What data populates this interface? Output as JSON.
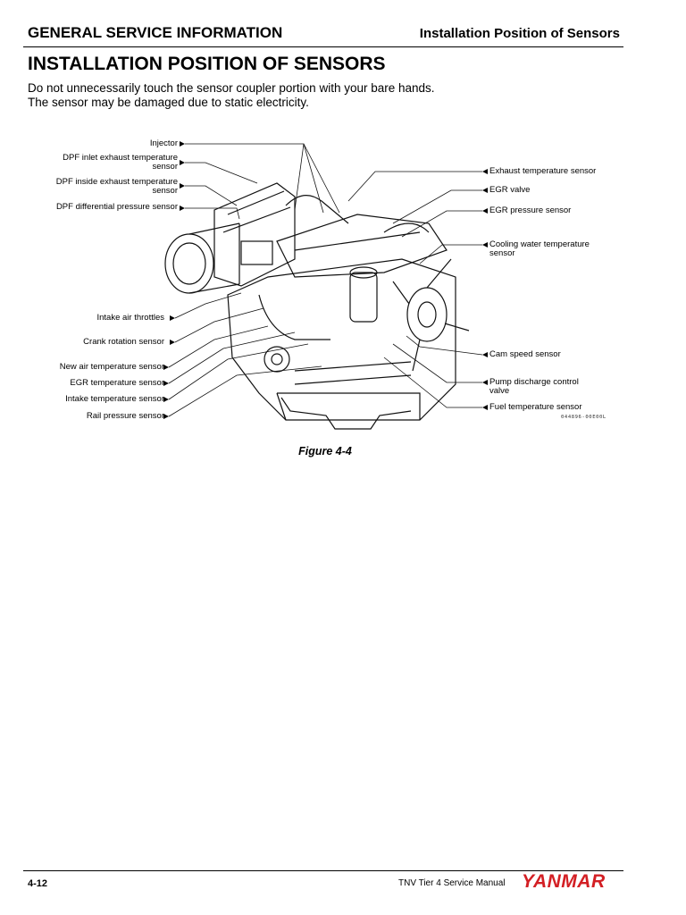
{
  "header": {
    "section": "GENERAL SERVICE INFORMATION",
    "topic": "Installation Position of Sensors"
  },
  "page_title": "INSTALLATION POSITION OF SENSORS",
  "intro": {
    "line1": "Do not unnecessarily touch the sensor coupler portion with your bare hands.",
    "line2": "The sensor may be damaged due to static electricity."
  },
  "figure": {
    "left_labels": [
      {
        "line1": "Injector",
        "line2": ""
      },
      {
        "line1": "DPF inlet exhaust temperature",
        "line2": "sensor"
      },
      {
        "line1": "DPF inside exhaust temperature",
        "line2": "sensor"
      },
      {
        "line1": "DPF differential pressure sensor",
        "line2": ""
      },
      {
        "line1": "Intake air throttles",
        "line2": ""
      },
      {
        "line1": "Crank rotation sensor",
        "line2": ""
      },
      {
        "line1": "New air temperature sensor",
        "line2": ""
      },
      {
        "line1": "EGR temperature sensor",
        "line2": ""
      },
      {
        "line1": "Intake temperature sensor",
        "line2": ""
      },
      {
        "line1": "Rail pressure sensor",
        "line2": ""
      }
    ],
    "right_labels": [
      {
        "line1": "Exhaust temperature sensor",
        "line2": ""
      },
      {
        "line1": "EGR valve",
        "line2": ""
      },
      {
        "line1": "EGR pressure sensor",
        "line2": ""
      },
      {
        "line1": "Cooling water temperature",
        "line2": "sensor"
      },
      {
        "line1": "Cam speed sensor",
        "line2": ""
      },
      {
        "line1": "Pump discharge control",
        "line2": "valve"
      },
      {
        "line1": "Fuel temperature sensor",
        "line2": ""
      }
    ],
    "image_code": "044896-00E00L",
    "caption": "Figure 4-4"
  },
  "footer": {
    "page_number": "4-12",
    "manual_title": "TNV Tier 4 Service Manual",
    "brand": "YANMAR"
  }
}
